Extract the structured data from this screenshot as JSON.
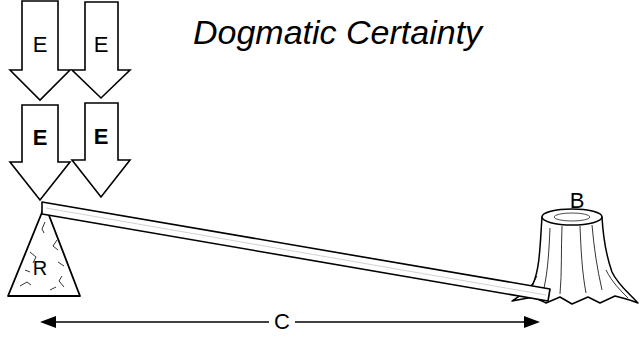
{
  "diagram": {
    "title": "Dogmatic Certainty",
    "nodes": [
      {
        "text": [
          "E"
        ]
      },
      {
        "text": [
          "E"
        ]
      },
      {
        "text": [
          "E"
        ]
      },
      {
        "text": [
          "E"
        ]
      },
      {
        "text": [
          "R"
        ]
      },
      {
        "text": [
          "B"
        ]
      }
    ],
    "labels": [
      "C"
    ]
  }
}
